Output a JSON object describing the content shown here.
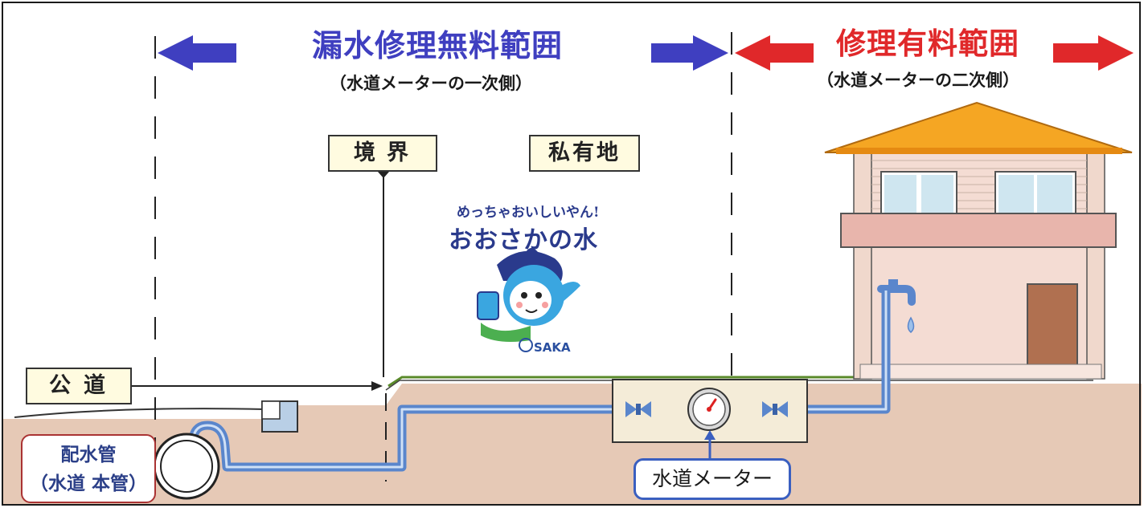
{
  "free_range": {
    "title": "漏水修理無料範囲",
    "subtitle": "（水道メーターの一次側）",
    "arrow_color": "#3f3fc0"
  },
  "paid_range": {
    "title": "修理有料範囲",
    "subtitle": "（水道メーターの二次側）",
    "arrow_color": "#e0282a"
  },
  "labels": {
    "boundary": "境界",
    "private_land": "私有地",
    "public_road": "公道",
    "main_pipe_line1": "配水管",
    "main_pipe_line2": "（水道 本管）",
    "water_meter": "水道メーター"
  },
  "logo": {
    "line1": "めっちゃおいしいやん!",
    "line2": "おおさかの水",
    "brand": "SAKA"
  },
  "colors": {
    "ground": "#e6c9b6",
    "pipe": "#5a86cc",
    "roof": "#f5a623",
    "wall": "#f4dcd3",
    "door": "#b07050"
  }
}
